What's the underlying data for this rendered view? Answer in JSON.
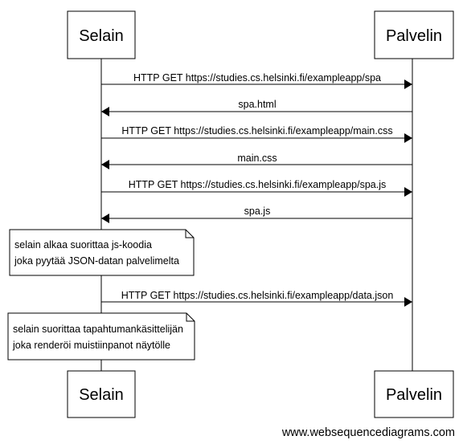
{
  "participants": [
    {
      "id": "selain",
      "label": "Selain"
    },
    {
      "id": "palvelin",
      "label": "Palvelin"
    }
  ],
  "messages": [
    {
      "from": "selain",
      "to": "palvelin",
      "label": "HTTP GET https://studies.cs.helsinki.fi/exampleapp/spa"
    },
    {
      "from": "palvelin",
      "to": "selain",
      "label": "spa.html"
    },
    {
      "from": "selain",
      "to": "palvelin",
      "label": "HTTP GET https://studies.cs.helsinki.fi/exampleapp/main.css"
    },
    {
      "from": "palvelin",
      "to": "selain",
      "label": "main.css"
    },
    {
      "from": "selain",
      "to": "palvelin",
      "label": "HTTP GET https://studies.cs.helsinki.fi/exampleapp/spa.js"
    },
    {
      "from": "palvelin",
      "to": "selain",
      "label": "spa.js"
    },
    {
      "from": "selain",
      "to": "palvelin",
      "label": "HTTP GET https://studies.cs.helsinki.fi/exampleapp/data.json"
    }
  ],
  "notes": [
    {
      "over": "selain",
      "lines": [
        "selain alkaa suorittaa js-koodia",
        "joka pyytää JSON-datan palvelimelta"
      ]
    },
    {
      "over": "selain",
      "lines": [
        "selain suorittaa tapahtumankäsittelijän",
        "joka renderöi muistiinpanot näytölle"
      ]
    }
  ],
  "watermark": "www.websequencediagrams.com"
}
